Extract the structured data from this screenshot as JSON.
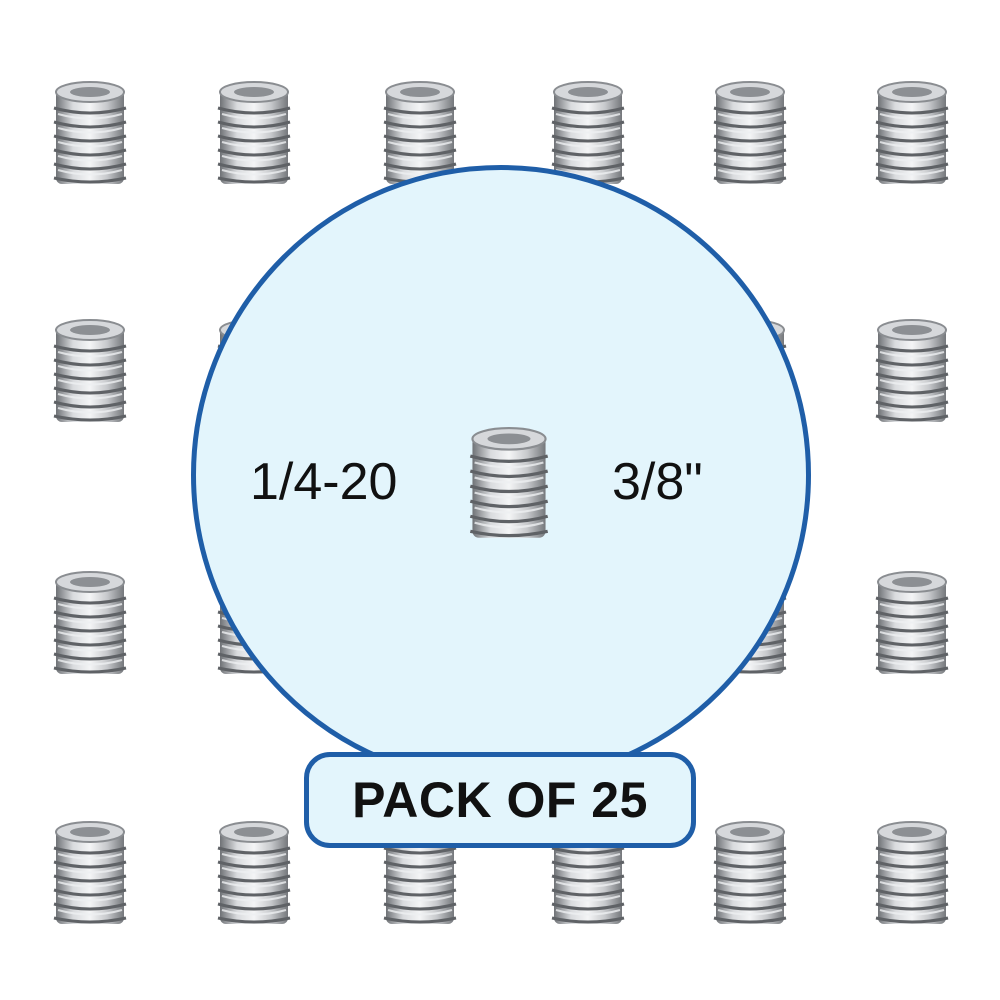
{
  "product": {
    "thread_spec": "1/4-20",
    "length_spec": "3/8\"",
    "pack_label": "PACK OF 25"
  },
  "colors": {
    "circle_fill": "#e3f5fc",
    "circle_border": "#1f5ea8",
    "screw_metal": "#b9bcc0"
  },
  "icons": {
    "background_item": "threaded-insert-screw-icon",
    "center_item": "threaded-insert-screw-icon"
  }
}
